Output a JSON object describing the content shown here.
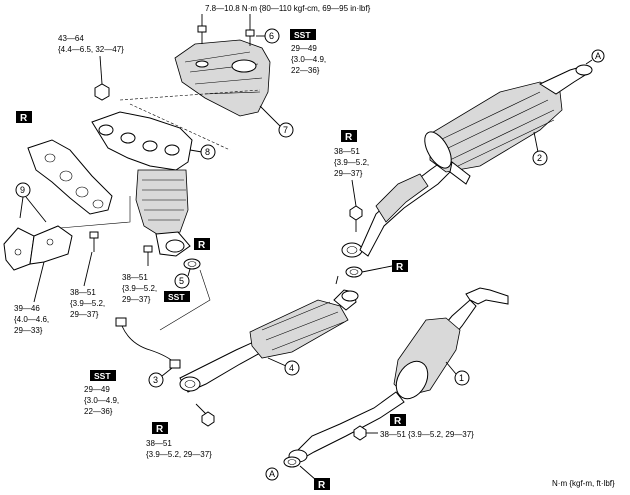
{
  "torque_top": "7.8—10.8 N·m {80—110 kgf-cm, 69—95 in·lbf}",
  "torque_left_top": [
    "43—64",
    "{4.4—6.5, 32—47}"
  ],
  "torque_sst_top": [
    "29—49",
    "{3.0—4.9,",
    "22—36}"
  ],
  "torque_right_mid": [
    "38—51",
    "{3.9—5.2,",
    "29—37}"
  ],
  "torque_left_bolt": [
    "38—51",
    "{3.9—5.2,",
    "29—37}"
  ],
  "torque_left_nut": [
    "39—46",
    "{4.0—4.6,",
    "29—33}"
  ],
  "torque_center": [
    "38—51",
    "{3.9—5.2,",
    "29—37}"
  ],
  "torque_sst_left": [
    "29—49",
    "{3.0—4.9,",
    "22—36}"
  ],
  "torque_bottom_left": [
    "38—51",
    "{3.9—5.2, 29—37}"
  ],
  "torque_bottom_right": "38—51 {3.9—5.2, 29—37}",
  "units_note": "N·m {kgf-m, ft·lbf}",
  "sst_label": "SST",
  "r_label": "R",
  "connector_label": "A",
  "callouts": {
    "c1": "1",
    "c2": "2",
    "c3": "3",
    "c4": "4",
    "c5": "5",
    "c6": "6",
    "c7": "7",
    "c8": "8",
    "c9": "9"
  }
}
